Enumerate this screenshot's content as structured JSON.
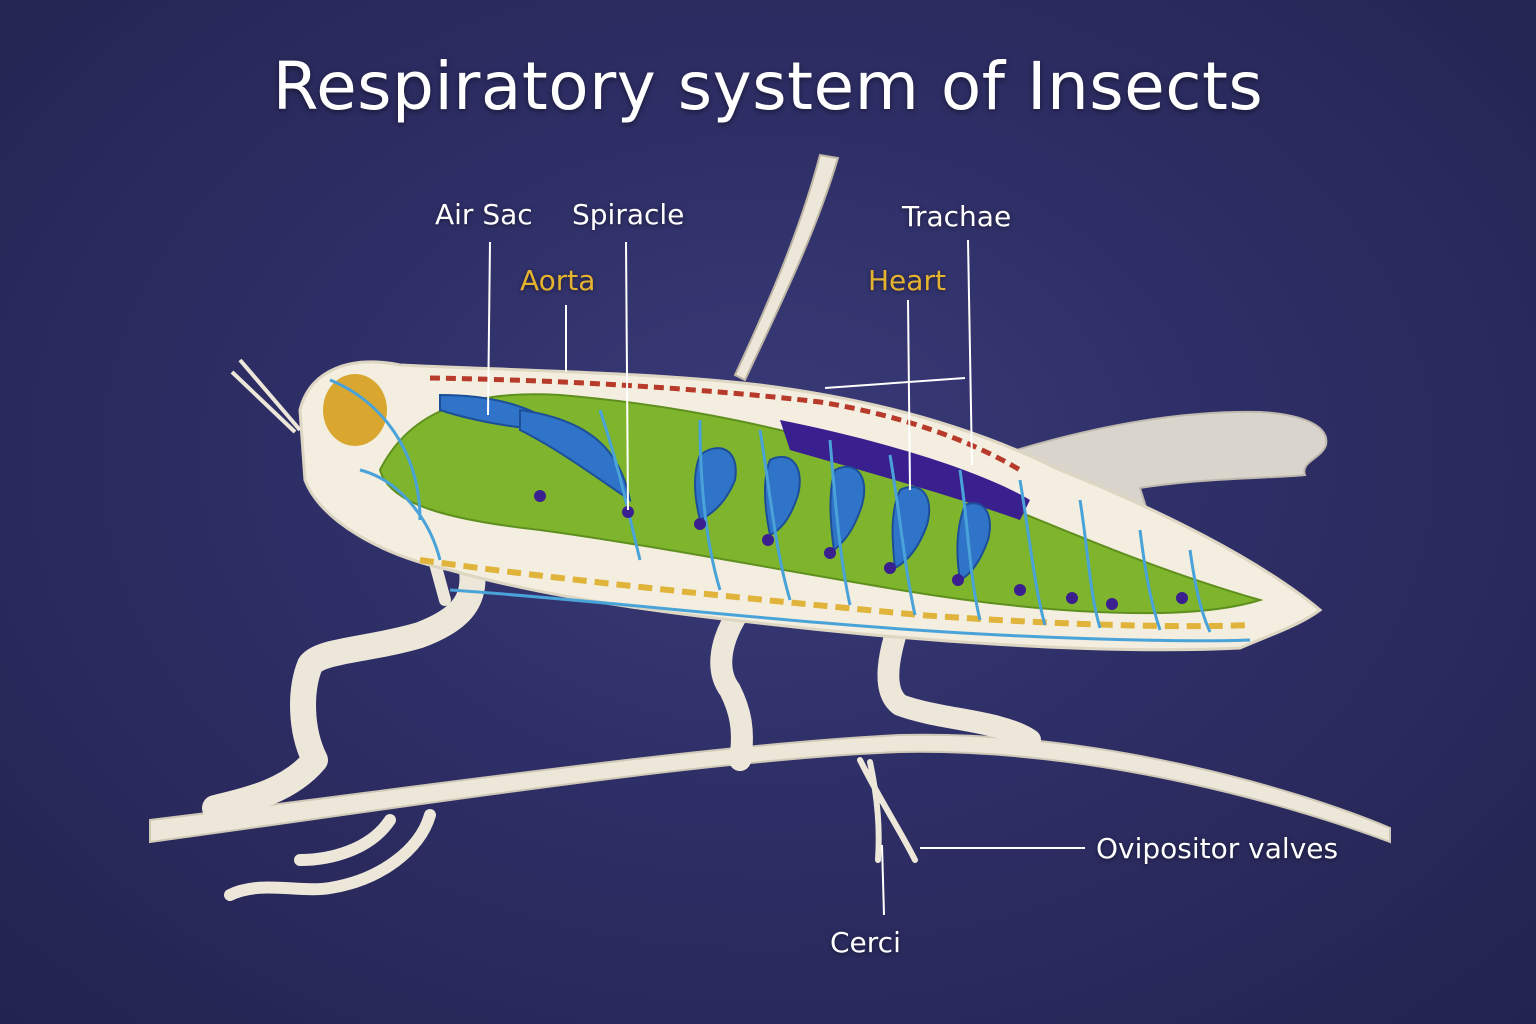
{
  "title": "Respiratory system of Insects",
  "labels": {
    "air_sac": "Air Sac",
    "spiracle": "Spiracle",
    "aorta": "Aorta",
    "heart": "Heart",
    "trachae": "Trachae",
    "ovipositor_valves": "Ovipositor valves",
    "cerci": "Cerci"
  },
  "colors": {
    "background": "#2d2d62",
    "circulatory_labels": "#e6b32e",
    "body_outline": "#ece7d8",
    "gut": "#7fb52c",
    "trachea": "#2f74c8",
    "heart_chamber": "#3a1f8f"
  }
}
